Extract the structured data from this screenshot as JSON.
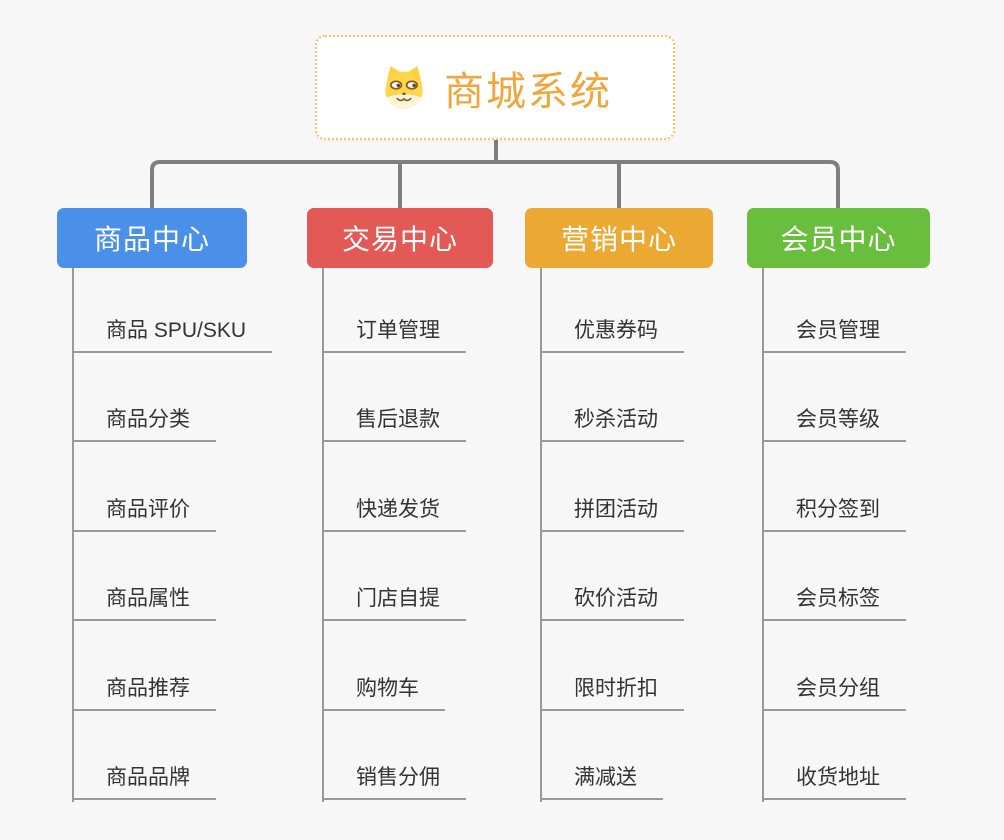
{
  "page": {
    "background": "#f7f7f7"
  },
  "root": {
    "title": "商城系统",
    "icon": "shiba-dog-icon",
    "title_color": "#f0a63c",
    "border_color": "#f2c071",
    "background": "#ffffff"
  },
  "connector_color": "#7f7f7f",
  "leaf_line_color": "#999999",
  "leaf_text_color": "#333333",
  "branches": [
    {
      "label": "商品中心",
      "color": "#4a8fe8",
      "children": [
        "商品 SPU/SKU",
        "商品分类",
        "商品评价",
        "商品属性",
        "商品推荐",
        "商品品牌"
      ]
    },
    {
      "label": "交易中心",
      "color": "#e35955",
      "children": [
        "订单管理",
        "售后退款",
        "快递发货",
        "门店自提",
        "购物车",
        "销售分佣"
      ]
    },
    {
      "label": "营销中心",
      "color": "#eba833",
      "children": [
        "优惠券码",
        "秒杀活动",
        "拼团活动",
        "砍价活动",
        "限时折扣",
        "满减送"
      ]
    },
    {
      "label": "会员中心",
      "color": "#69be3e",
      "children": [
        "会员管理",
        "会员等级",
        "积分签到",
        "会员标签",
        "会员分组",
        "收货地址"
      ]
    }
  ]
}
